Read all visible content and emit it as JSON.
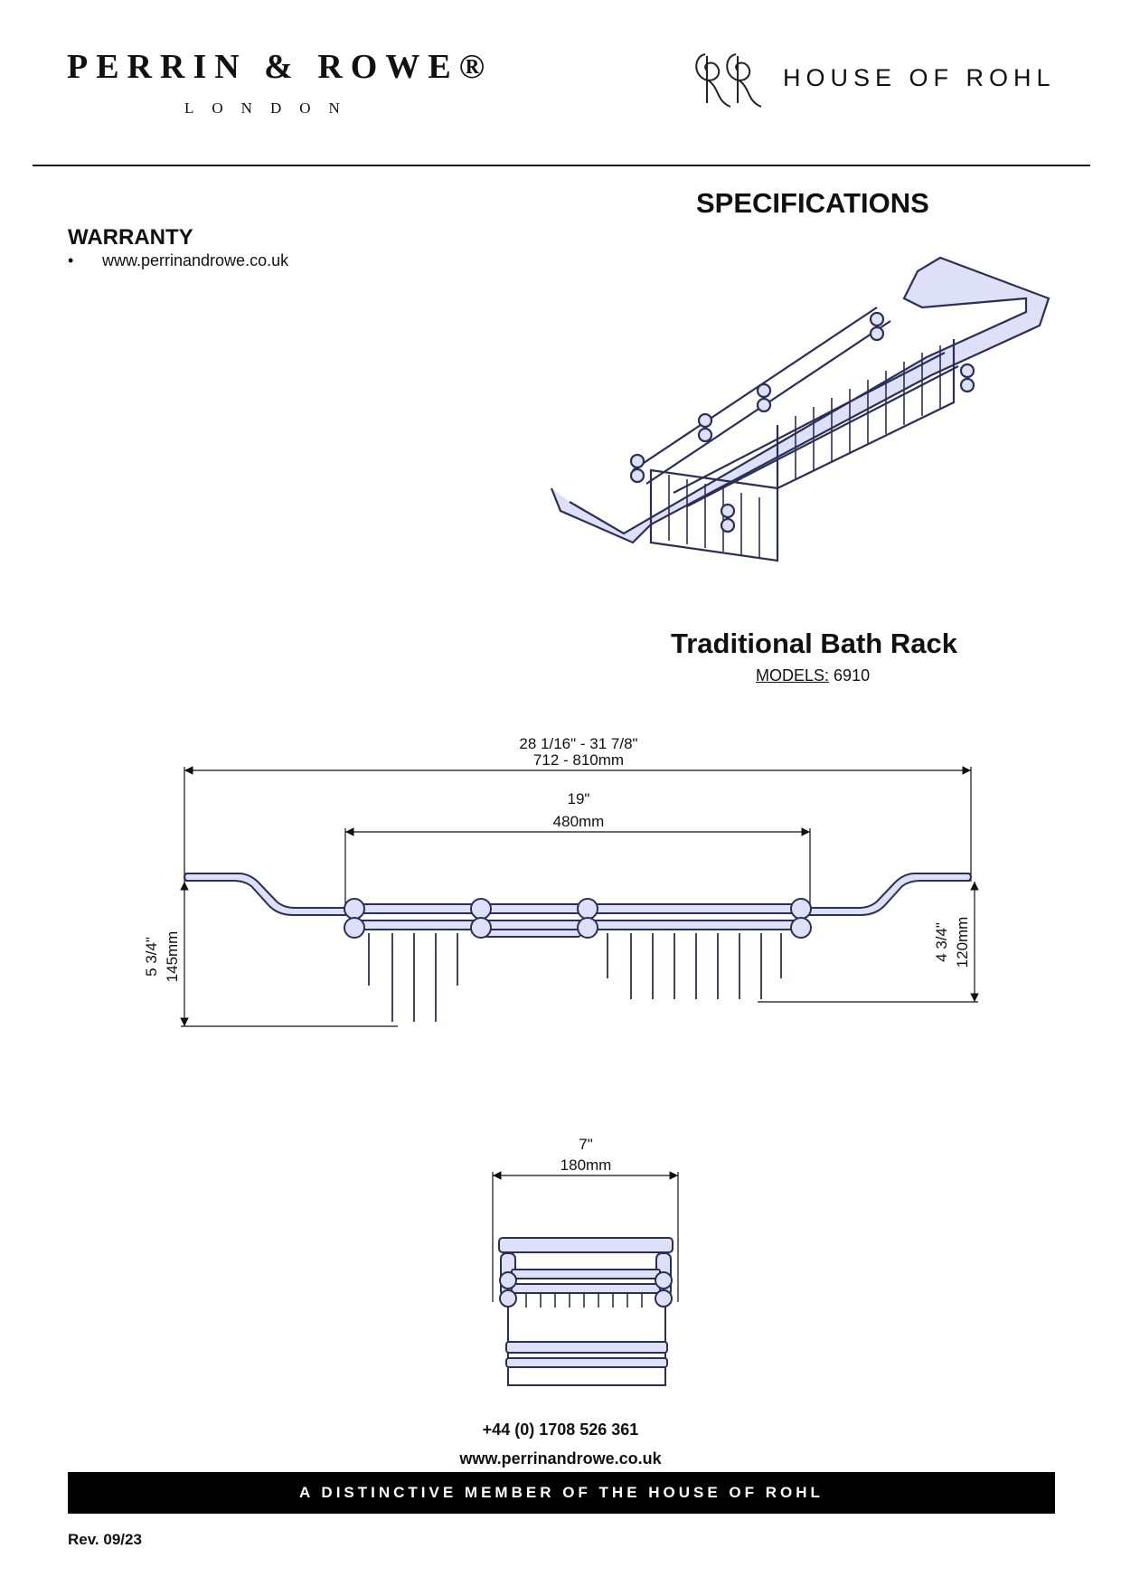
{
  "header": {
    "brand_left_name": "PERRIN & ROWE®",
    "brand_left_sub": "LONDON",
    "brand_right_name": "HOUSE OF ROHL"
  },
  "warranty": {
    "title": "WARRANTY",
    "items": [
      "www.perrinandrowe.co.uk"
    ]
  },
  "specs": {
    "title": "SPECIFICATIONS",
    "product_name": "Traditional Bath Rack",
    "models_label": "MODELS:",
    "models_value": "6910"
  },
  "dimensions": {
    "overall_imperial": "28 1/16\" - 31 7/8\"",
    "overall_metric": "712 - 810mm",
    "basket_imperial": "19\"",
    "basket_metric": "480mm",
    "height_left_imperial": "5 3/4\"",
    "height_left_metric": "145mm",
    "height_right_imperial": "4 3/4\"",
    "height_right_metric": "120mm",
    "width_imperial": "7\"",
    "width_metric": "180mm"
  },
  "footer": {
    "phone": "+44 (0) 1708 526 361",
    "website": "www.perrinandrowe.co.uk",
    "tagline": "A DISTINCTIVE MEMBER OF THE HOUSE OF ROHL",
    "revision": "Rev. 09/23"
  },
  "colors": {
    "line_fill": "#dde0f7",
    "line_stroke": "#2b2f55"
  }
}
